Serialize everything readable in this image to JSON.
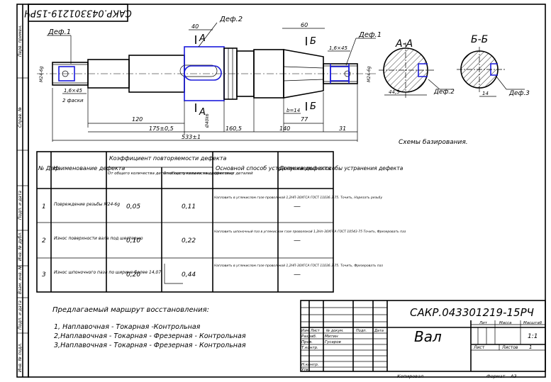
{
  "title_block": {
    "doc_code": "САКР.043301219-15РЧ",
    "doc_code_rotated": "САКР.043301219-15РЧ",
    "part_name": "Вал",
    "col_lit": "Лит",
    "col_mass": "Масса",
    "col_scale": "Масштаб",
    "scale_value": "1:1",
    "sheet_label": "Лист",
    "sheets_label": "Листов",
    "sheets_value": "1",
    "row_labels": [
      "Изм",
      "Лист",
      "№ докум.",
      "Подп.",
      "Дата"
    ],
    "role_developer": "Разраб.",
    "name_developer": "Митин",
    "role_checked": "Пров.",
    "name_checked": "Гусаров",
    "role_tech": "Т.контр.",
    "role_norm": "Н.контр.",
    "role_approved": "Утв.",
    "copied": "Копировал",
    "format_label": "Формат",
    "format_value": "А3"
  },
  "left_strip": [
    "Перв. примен.",
    "Справ. №",
    "Подп. и дата",
    "Инв. № дубл.",
    "Взам. инв. №",
    "Подп. и дата",
    "Инв. № подл."
  ],
  "drawing": {
    "def1_left": "Деф.1",
    "def2": "Деф.2",
    "def1_right": "Деф.1",
    "section_a_top": "А",
    "section_a_bottom": "А",
    "section_b_top": "Б",
    "section_b_bottom": "Б",
    "dim_40": "40",
    "dim_60": "60",
    "dim_120": "120",
    "dim_175": "175±0,5",
    "dim_533": "533±1",
    "dim_160": "160,5",
    "dim_140": "140",
    "dim_77": "77",
    "dim_31": "31",
    "chamfer_left": "1,6×45",
    "chamfer_right": "1,6×45",
    "two_faces": "2 фаски",
    "thread_left": "М24-6g",
    "thread_right": "М24-6g",
    "b14": "b=14",
    "phi": "Ø40k6",
    "section_aa": "А-А",
    "section_bb": "Б-Б",
    "def2_section": "Деф.2",
    "def3_section": "Деф.3",
    "dim_445": "44,5",
    "dim_l5": "14",
    "basing_caption": "Схемы базирования."
  },
  "table": {
    "headers": {
      "num": "№ Деф",
      "name": "Наименование дефекта",
      "coef_group": "Коэффициент повторяемости дефекта",
      "coef_total": "От общего количества деталей поступивших на дефектовку",
      "coef_defective": "От общего количества дефектных деталей",
      "method": "Основной способ устранения дефекта",
      "allowed": "Допускаемые способы устранения дефекта"
    },
    "rows": [
      {
        "num": "1",
        "name": "Повреждение резьбы М24-6g",
        "coef_total": "0,05",
        "coef_defective": "0,11",
        "method": "Наплавить в углекислом газе проволокой 1,2НП-30ХГСА ГОСТ 11036.3-75. Точить, Нарезать резьбу",
        "allowed": "—"
      },
      {
        "num": "2",
        "name": "Износ поверхности вала под шестерню",
        "coef_total": "0,10",
        "coef_defective": "0,22",
        "method": "Наплавить шпоночный паз в углекислом газе проволокой 1,2Нп-30ХГСА ГОСТ 10543-75 Точить, Фрезеровать паз",
        "allowed": "—"
      },
      {
        "num": "3",
        "name": "Износ шпоночного паза по ширине более 14,07",
        "coef_total": "0,20",
        "coef_defective": "0,44",
        "method": "Наплавить в углекислом газе проволокой 1,2НП-30ХГСА ГОСТ 11036.3-75. Точить, Фрезеровать паз",
        "allowed": "—"
      }
    ]
  },
  "route": {
    "heading": "Предлагаемый маршрут восстановления:",
    "items": [
      "1, Наплавочная - Токарная -Контрольная",
      "2,Наплавочная - Токарная - Фрезерная - Контрольная",
      "3,Наплавочная - Токарная - Фрезерная - Контрольная"
    ]
  }
}
